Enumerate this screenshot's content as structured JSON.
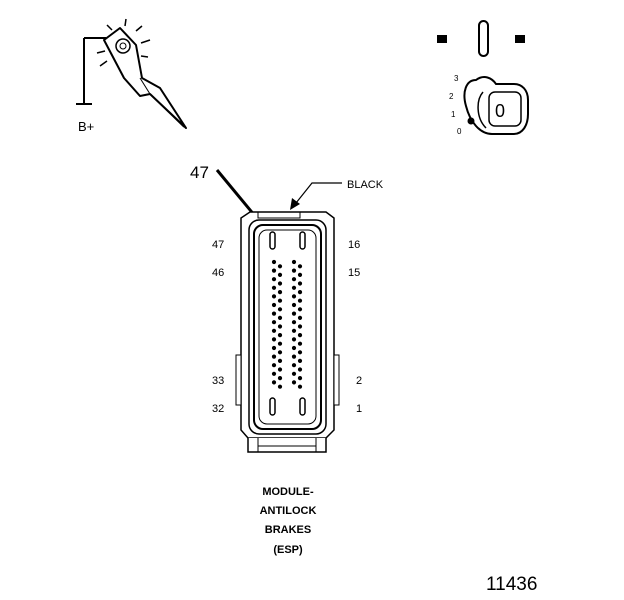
{
  "probe": {
    "label": "B+",
    "icon": "test-light-probe"
  },
  "ignition": {
    "positions": [
      "3",
      "2",
      "1",
      "0"
    ],
    "key_label": "0",
    "icon": "ignition-switch"
  },
  "connector": {
    "callout_pin": "47",
    "color_label": "BLACK",
    "left_pins": [
      "47",
      "46",
      "33",
      "32"
    ],
    "right_pins": [
      "16",
      "15",
      "2",
      "1"
    ]
  },
  "module_name": [
    "MODULE-",
    "ANTILOCK",
    "BRAKES",
    "(ESP)"
  ],
  "figure_number": "11436"
}
